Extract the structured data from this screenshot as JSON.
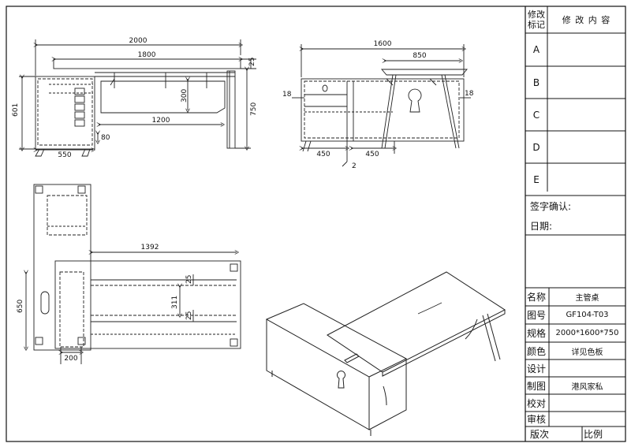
{
  "drawing": {
    "front_view": {
      "dims": {
        "overall_width": "2000",
        "top_width": "1800",
        "top_thickness": "25",
        "modesty_height": "300",
        "leg_span": "1200",
        "height": "750",
        "cabinet_height": "601",
        "cabinet_width": "550",
        "base_height": "80"
      }
    },
    "side_view": {
      "dims": {
        "depth": "1600",
        "top_depth": "850",
        "panel_left": "18",
        "panel_right": "18",
        "left_section": "450",
        "right_section": "450",
        "gap": "2"
      }
    },
    "top_view": {
      "dims": {
        "inner_length": "1392",
        "cabinet_depth": "650",
        "offset": "200",
        "beam_gap": "311",
        "beam_top": "25",
        "beam_bottom": "25"
      }
    }
  },
  "title_block": {
    "revision_header": {
      "mark": "修改\n标记",
      "content": "修 改 内 容"
    },
    "revisions": [
      "A",
      "B",
      "C",
      "D",
      "E"
    ],
    "sign_confirm": "签字确认:",
    "date_label": "日期:",
    "rows": [
      {
        "label": "名称",
        "value": "主管桌"
      },
      {
        "label": "图号",
        "value": "GF104-T03"
      },
      {
        "label": "规格",
        "value": "2000*1600*750"
      },
      {
        "label": "颜色",
        "value": "详见色板"
      },
      {
        "label": "设计",
        "value": ""
      },
      {
        "label": "制图",
        "value": "港风家私"
      },
      {
        "label": "校对",
        "value": ""
      },
      {
        "label": "审核",
        "value": ""
      }
    ],
    "version_label": "版次",
    "scale_label": "比例"
  }
}
